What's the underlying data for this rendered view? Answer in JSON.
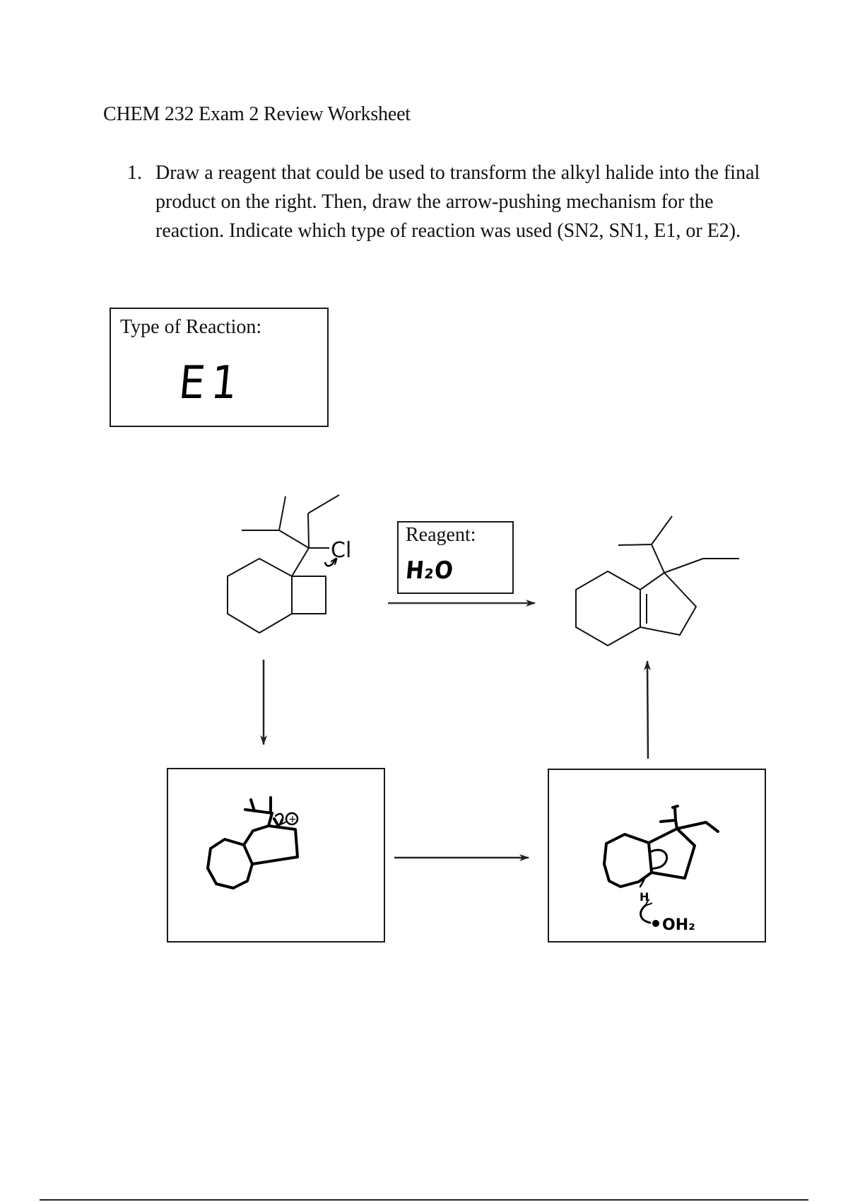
{
  "document": {
    "title": "CHEM 232 Exam 2 Review Worksheet"
  },
  "question": {
    "number": "1.",
    "text": "Draw a reagent that could be used to transform the alkyl halide into the final product on the right. Then, draw the arrow-pushing mechanism for the reaction. Indicate which type of reaction was used (SN2, SN1, E1, or E2)."
  },
  "type_of_reaction": {
    "label": "Type of  Reaction:",
    "answer": "E1"
  },
  "reagent": {
    "label": "Reagent:",
    "answer": "H₂O"
  },
  "structures": {
    "leaving_group": "Cl",
    "carbocation_charge": "+",
    "proton_label": "H",
    "base_label": "OH₂"
  }
}
